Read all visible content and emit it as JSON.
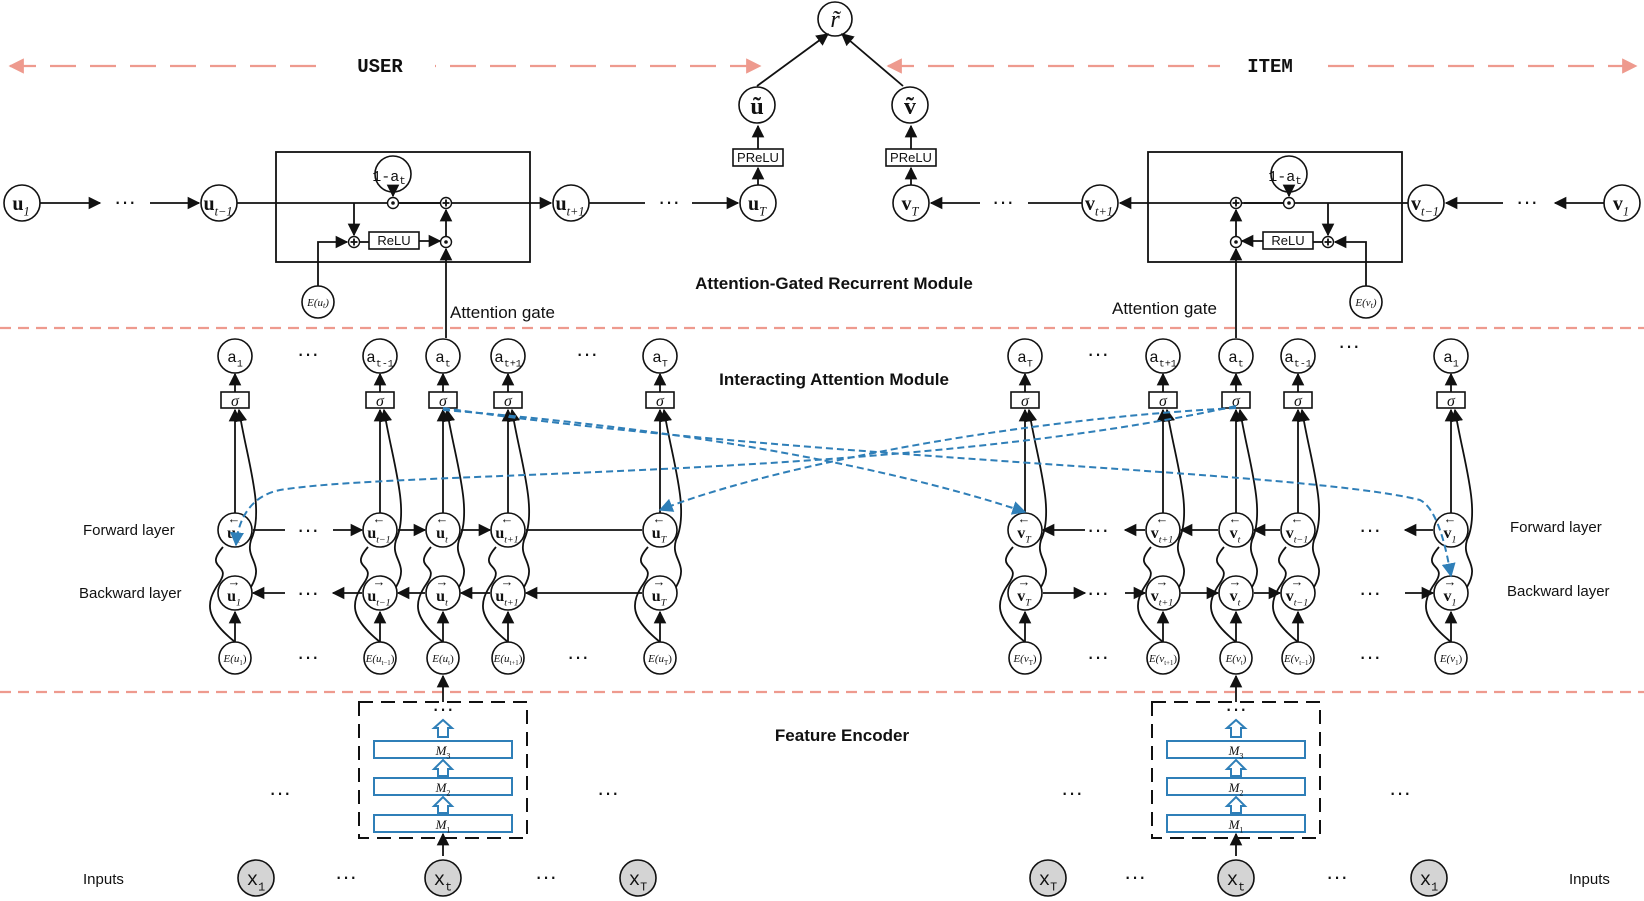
{
  "sections": {
    "user": "USER",
    "item": "ITEM",
    "gated": "Attention-Gated Recurrent Module",
    "interacting": "Interacting Attention Module",
    "encoder": "Feature Encoder"
  },
  "output": {
    "rating": "r̃",
    "user_vec": "ũ",
    "item_vec": "ṽ",
    "prelu": "PReLU"
  },
  "gate": {
    "one_minus": "1-a",
    "one_minus_sub": "t",
    "relu": "ReLU",
    "attention_gate": "Attention gate",
    "eu": "E(u",
    "ev": "E(v",
    "sub_t": "t",
    "close": ")"
  },
  "user_chain": [
    {
      "b": "u",
      "s": "1"
    },
    {
      "b": "u",
      "s": "t−1"
    },
    {
      "b": "u",
      "s": "t+1"
    },
    {
      "b": "u",
      "s": "T"
    }
  ],
  "item_chain": [
    {
      "b": "v",
      "s": "T"
    },
    {
      "b": "v",
      "s": "t+1"
    },
    {
      "b": "v",
      "s": "t−1"
    },
    {
      "b": "v",
      "s": "1"
    }
  ],
  "ellipsis": "···",
  "sigma": "σ",
  "layers": {
    "forward": "Forward layer",
    "backward": "Backward layer",
    "inputs": "Inputs"
  },
  "user_columns": [
    {
      "a": "a",
      "s": "1",
      "h": "1",
      "e": "1"
    },
    {
      "a": "a",
      "s": "t-1",
      "h": "t−1",
      "e": "t−1"
    },
    {
      "a": "a",
      "s": "t",
      "h": "t",
      "e": "t"
    },
    {
      "a": "a",
      "s": "t+1",
      "h": "t+1",
      "e": "t+1"
    },
    {
      "a": "a",
      "s": "T",
      "h": "T",
      "e": "T"
    }
  ],
  "item_columns": [
    {
      "a": "a",
      "s": "T",
      "h": "T",
      "e": "T"
    },
    {
      "a": "a",
      "s": "t+1",
      "h": "t+1",
      "e": "t+1"
    },
    {
      "a": "a",
      "s": "t",
      "h": "t",
      "e": "t"
    },
    {
      "a": "a",
      "s": "t-1",
      "h": "t−1",
      "e": "t−1"
    },
    {
      "a": "a",
      "s": "1",
      "h": "1",
      "e": "1"
    }
  ],
  "encoder_layers": [
    "M",
    "M",
    "M"
  ],
  "encoder_subs": [
    "3",
    "2",
    "1"
  ],
  "user_inputs": [
    {
      "x": "x",
      "s": "1"
    },
    {
      "x": "x",
      "s": "t"
    },
    {
      "x": "x",
      "s": "T"
    }
  ],
  "item_inputs": [
    {
      "x": "x",
      "s": "T"
    },
    {
      "x": "x",
      "s": "t"
    },
    {
      "x": "x",
      "s": "1"
    }
  ],
  "colors": {
    "accent_blue": "#2f7fb8",
    "divider_red": "#ee9a8e",
    "input_gray": "#d4d4d4"
  }
}
